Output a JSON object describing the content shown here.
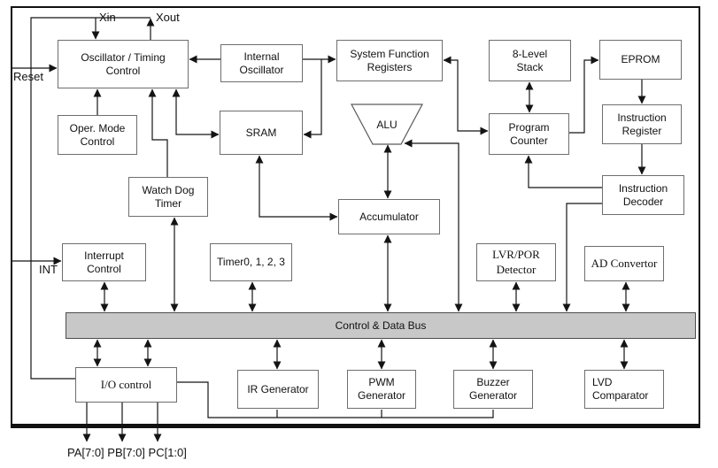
{
  "blocks": {
    "oscillator_timing": "Oscillator / Timing\nControl",
    "internal_oscillator": "Internal\nOscillator",
    "system_function_registers": "System Function\nRegisters",
    "stack": "8-Level\nStack",
    "eprom": "EPROM",
    "oper_mode": "Oper. Mode\nControl",
    "sram": "SRAM",
    "alu": "ALU",
    "program_counter": "Program\nCounter",
    "instruction_register": "Instruction\nRegister",
    "watch_dog": "Watch Dog\nTimer",
    "instruction_decoder": "Instruction\nDecoder",
    "accumulator": "Accumulator",
    "interrupt_control": "Interrupt\nControl",
    "timers": "Timer0, 1, 2, 3",
    "lvr_por": "LVR/POR\nDetector",
    "ad_convertor": "AD Convertor",
    "io_control": "I/O control",
    "ir_generator": "IR Generator",
    "pwm_generator": "PWM\nGenerator",
    "buzzer_generator": "Buzzer\nGenerator",
    "lvd_comparator": "LVD\nComparator"
  },
  "bus": {
    "label": "Control & Data Bus"
  },
  "pins": {
    "xin": "Xin",
    "xout": "Xout",
    "reset": "Reset",
    "int": "INT",
    "ports": "PA[7:0] PB[7:0] PC[1:0]"
  },
  "colors": {
    "bus_fill": "#c8c8c8",
    "line": "#141414",
    "box_border": "#6e6e6e"
  }
}
